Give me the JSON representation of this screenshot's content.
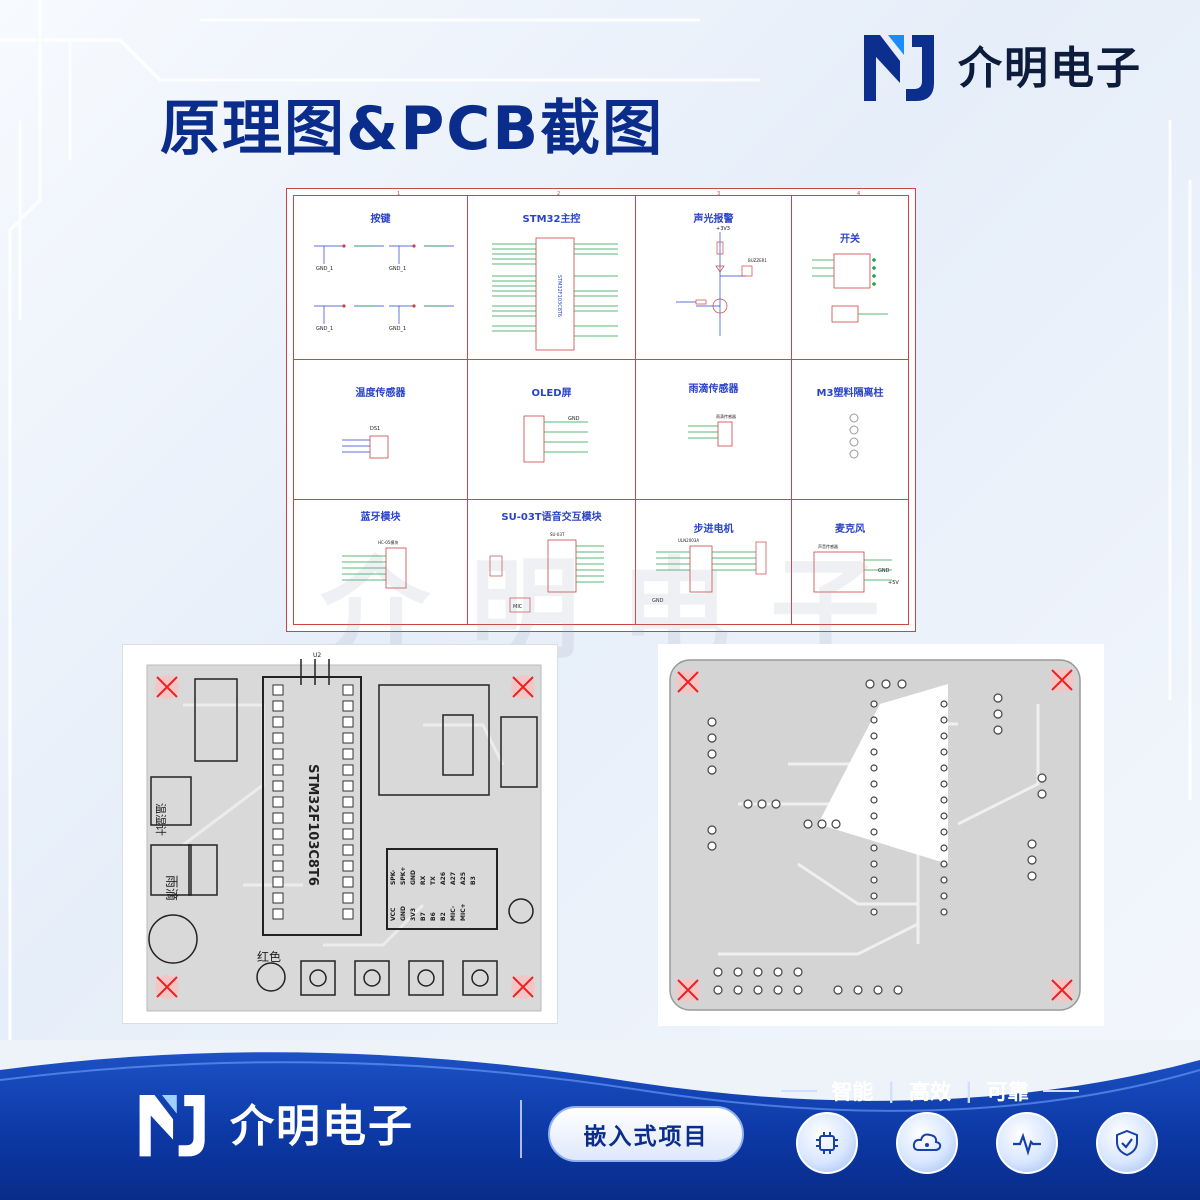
{
  "brand": {
    "name": "介明电子"
  },
  "title": "原理图&PCB截图",
  "schematic": {
    "cells": [
      {
        "title": "按键"
      },
      {
        "title": "STM32主控"
      },
      {
        "title": "声光报警"
      },
      {
        "title": "开关"
      },
      {
        "title": "温度传感器"
      },
      {
        "title": "OLED屏"
      },
      {
        "title": "雨滴传感器"
      },
      {
        "title": "M3塑料隔离柱"
      },
      {
        "title": "蓝牙模块"
      },
      {
        "title": "SU-03T语音交互模块"
      },
      {
        "title": "步进电机"
      },
      {
        "title": "麦克风"
      }
    ],
    "labels": {
      "mcu_chip": "STM32F103C8T6",
      "key_gnd": "GND_1",
      "buzzer": "BUZZER1",
      "vcc": "+3V3",
      "oled_gnd": "GND",
      "rain_part": "雨滴传感器",
      "ds18": "DS1",
      "bt_part": "HC-05模块",
      "su03": "SU-03T",
      "motor_driver": "ULN2003A",
      "mic_part": "声音传感器",
      "mic_label": "MIC",
      "gnd": "GND",
      "plus5v": "+5V"
    }
  },
  "pcb_top": {
    "labels": {
      "mcu": "STM32F103C8T6",
      "rain": "雨滴",
      "temp": "温湿计",
      "red": "红色",
      "u2": "U2",
      "su03_pins": [
        "VCC",
        "GND",
        "3V3",
        "B7",
        "B6",
        "B2",
        "MIC-",
        "MIC+",
        "SPK-",
        "SPK+",
        "GND",
        "RX",
        "TX",
        "A26",
        "A27",
        "A25",
        "B3"
      ]
    }
  },
  "pcb_bottom": {
    "labels": {}
  },
  "footer": {
    "brand": "介明电子",
    "pill": "嵌入式项目",
    "tagline": [
      "智能",
      "高效",
      "可靠"
    ],
    "icons": [
      "chip-icon",
      "cloud-icon",
      "pulse-icon",
      "shield-check-icon"
    ]
  },
  "colors": {
    "title": "#0a2d8c",
    "banner": "#0d3aa8",
    "schematic_border": "#c44444",
    "schematic_text": "#2a43c8"
  }
}
